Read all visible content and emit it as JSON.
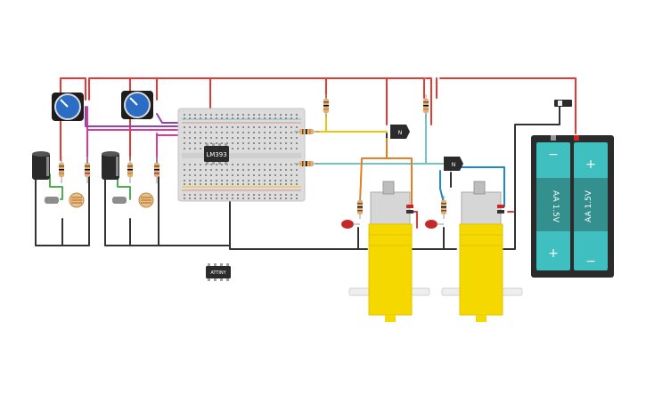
{
  "circuit": {
    "comparator_label": "LM393",
    "microcontroller_label": "ATTINY",
    "transistor_label": "N",
    "battery": {
      "cell_a": {
        "label": "AA 1.5V",
        "plus": "+",
        "minus": "−"
      },
      "cell_b": {
        "label": "AA 1.5V",
        "plus": "+",
        "minus": "−"
      }
    }
  },
  "colors": {
    "wire_red": "#e53935",
    "wire_black": "#333333",
    "wire_magenta": "#d63c97",
    "wire_purple": "#8e44ad",
    "wire_yellow": "#f1c40f",
    "wire_teal": "#6fc6c6",
    "wire_orange": "#e67e22",
    "wire_blue": "#1e88c8",
    "wire_green": "#4caf50",
    "breadboard": "#dcdcdc",
    "motor_yellow": "#f5d800",
    "battery_teal": "#3fbfbf",
    "battery_case": "#2b2b2b",
    "pot_blue": "#2b6cc4",
    "led_red": "#c62828"
  }
}
